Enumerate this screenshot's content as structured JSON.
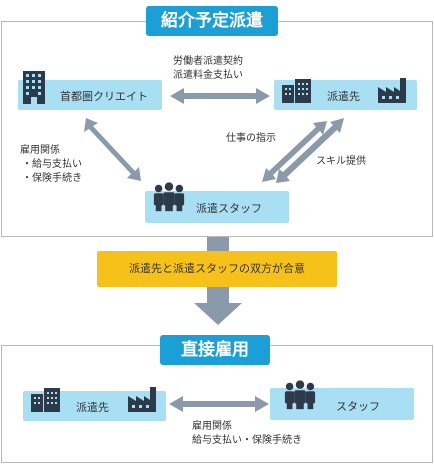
{
  "top": {
    "title": "紹介予定派遣",
    "client_label": "首都圏クリエイト",
    "dispatch_label": "派遣先",
    "staff_label": "派遣スタッフ",
    "contract_line1": "労働者派遣契約",
    "contract_line2": "派遣料金支払い",
    "employment_line1": "雇用関係",
    "employment_line2": "・給与支払い",
    "employment_line3": "・保険手続き",
    "instruction": "仕事の指示",
    "skill": "スキル提供"
  },
  "agreement": "派遣先と派遣スタッフの双方が合意",
  "bottom": {
    "title": "直接雇用",
    "dispatch_label": "派遣先",
    "staff_label": "スタッフ",
    "relation_line1": "雇用関係",
    "relation_line2": "給与支払い・保険手続き"
  },
  "colors": {
    "title_bg": "#1a9fd6",
    "node_bg": "#a9dff3",
    "agreement_bg": "#f6c21a",
    "arrow": "#8a9aaa",
    "icon": "#2d3a4a"
  },
  "icons": [
    "building-icon",
    "factory-icon",
    "people-icon"
  ]
}
